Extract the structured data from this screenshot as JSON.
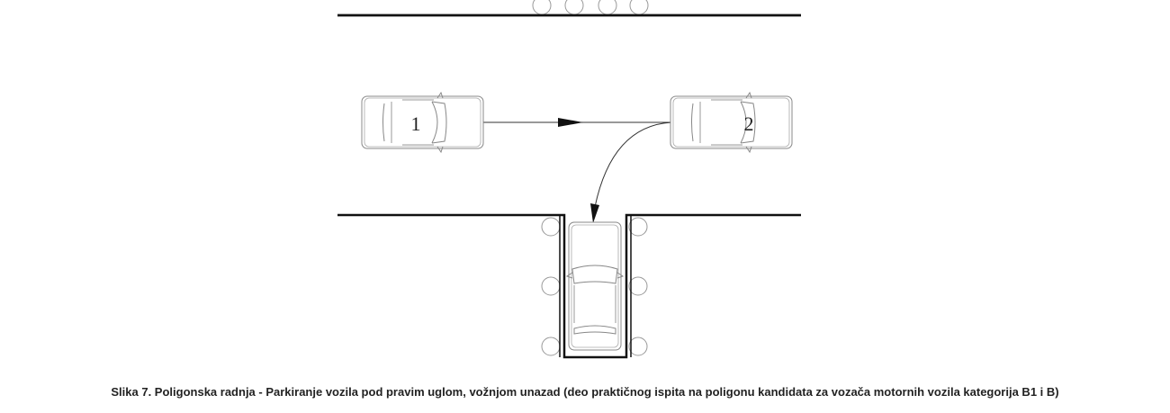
{
  "diagram": {
    "car_labels": [
      "1",
      "2"
    ],
    "caption": "Slika 7. Poligonska radnja - Parkiranje vozila pod pravim uglom, vožnjom unazad (deo praktičnog ispita na poligonu kandidata za vozača motornih vozila kategorija B1 i B)"
  }
}
